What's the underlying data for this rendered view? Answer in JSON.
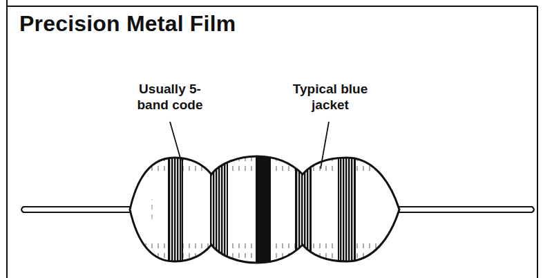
{
  "diagram": {
    "title": "Precision Metal Film",
    "labels": [
      "Usually 5-band code",
      "Typical blue jacket"
    ]
  }
}
